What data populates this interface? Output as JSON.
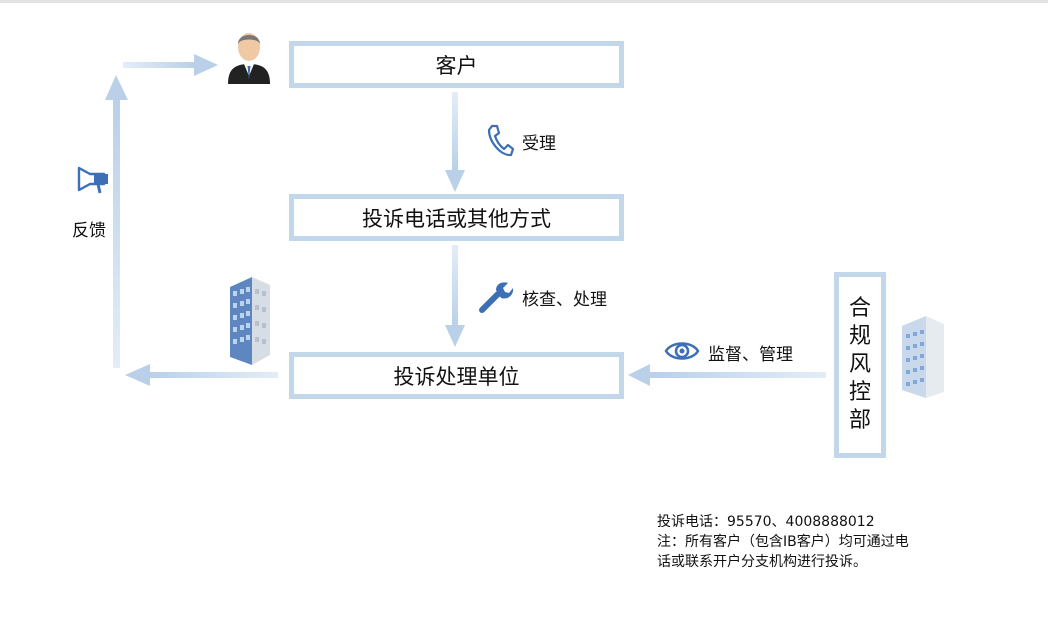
{
  "boxes": {
    "customer": "客户",
    "channel": "投诉电话或其他方式",
    "handler": "投诉处理单位",
    "compliance": [
      "合",
      "规",
      "风",
      "控",
      "部"
    ]
  },
  "labels": {
    "accept": "受理",
    "verify": "核查、处理",
    "supervise": "监督、管理",
    "feedback": "反馈"
  },
  "note": {
    "line1": "投诉电话：95570、4008888012",
    "line2": "注：所有客户（包含IB客户）均可通过电",
    "line3": "话或联系开户分支机构进行投诉。"
  },
  "icons": {
    "customer": "person-icon",
    "phone": "phone-icon",
    "wrench": "wrench-icon",
    "eye": "eye-icon",
    "megaphone": "megaphone-icon",
    "building": "building-icon"
  },
  "colors": {
    "box_border": "#c3d7ea",
    "arrow": "#c3d7ea",
    "icon_blue": "#3c6fb5"
  }
}
